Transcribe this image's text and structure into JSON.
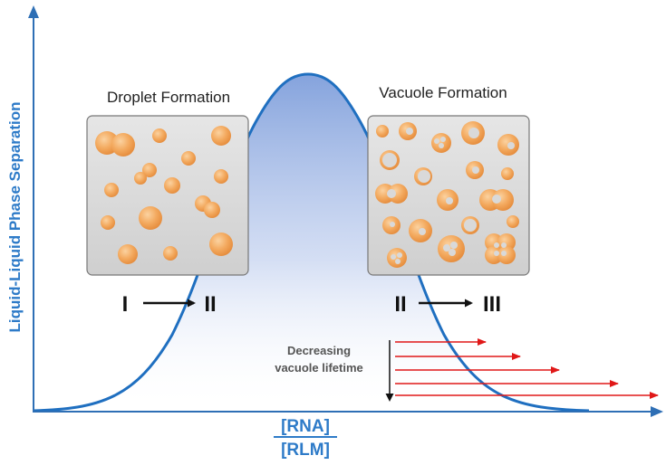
{
  "axes": {
    "y_label": "Liquid-Liquid Phase Separation",
    "x_numerator": "[RNA]",
    "x_denominator": "[RLM]"
  },
  "panels": {
    "left_title": "Droplet Formation",
    "right_title": "Vacuole Formation"
  },
  "stages": {
    "left_from": "I",
    "left_to": "II",
    "right_from": "II",
    "right_to": "III"
  },
  "lifetime": {
    "line1": "Decreasing",
    "line2": "vacuole lifetime"
  },
  "colors": {
    "axis": "#2e6fb5",
    "curve": "#1f6fc0",
    "fill": "#9fb6e2",
    "droplet": "#f2a55a",
    "panel": "#dcdcdc",
    "arrow": "#e01818"
  }
}
